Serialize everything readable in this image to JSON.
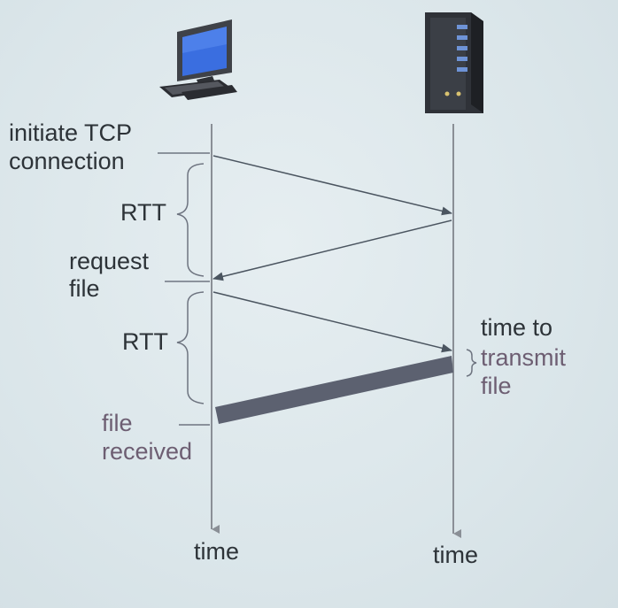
{
  "labels": {
    "initiate_line1": "initiate TCP",
    "initiate_line2": "connection",
    "rtt_first": "RTT",
    "request_line1": "request",
    "request_line2": "file",
    "rtt_second": "RTT",
    "transmit_line1": "time to",
    "transmit_line2": "transmit",
    "transmit_line3": "file",
    "received_line1": "file",
    "received_line2": "received",
    "time_client": "time",
    "time_server": "time"
  },
  "icons": {
    "client": "desktop-computer-icon",
    "server": "server-tower-icon"
  },
  "colors": {
    "background": "#dfe9ec",
    "timeline": "#8a8f96",
    "arrow": "#4b5560",
    "file_bar": "#5c6170",
    "text_dark": "#2d3338",
    "text_muted": "#6d5e72"
  }
}
